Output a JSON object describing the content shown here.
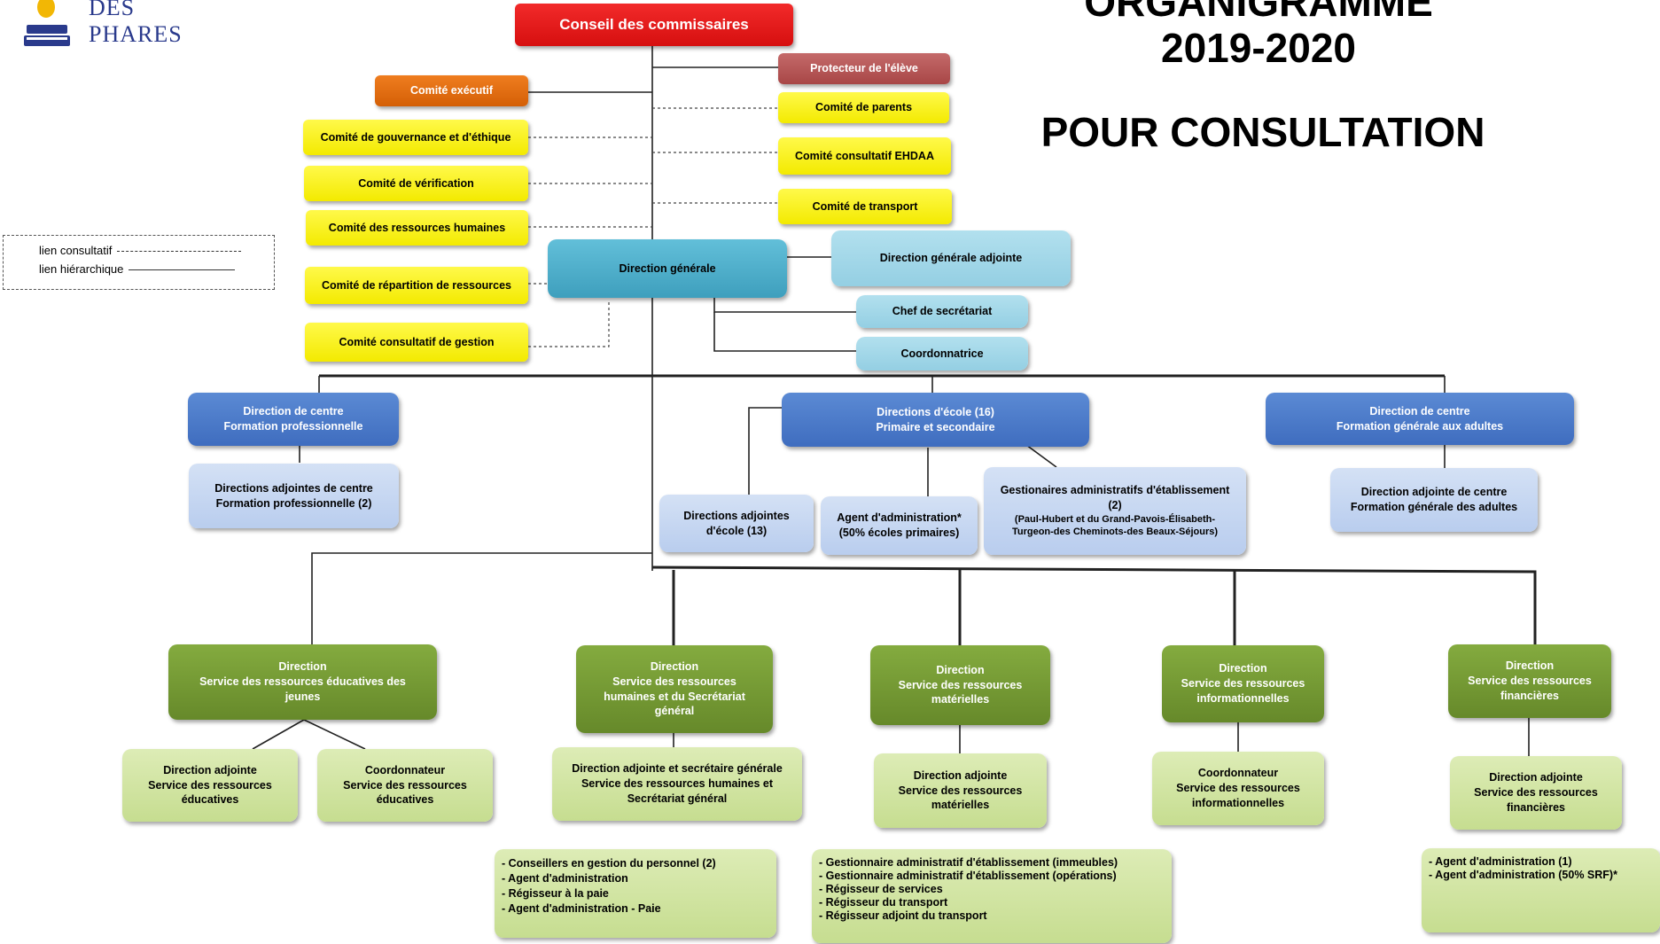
{
  "logo": {
    "text": "DES PHARES"
  },
  "header": {
    "title_line1": "ORGANIGRAMME",
    "title_line2": "2019-2020",
    "subtitle": "POUR CONSULTATION"
  },
  "legend": {
    "consultatif": "lien consultatif",
    "hierarchique": "lien hiérarchique"
  },
  "governance": {
    "conseil": "Conseil des commissaires",
    "protecteur": "Protecteur de l'élève",
    "comite_executif": "Comité exécutif",
    "comite_parents": "Comité de parents",
    "comite_gouvernance": "Comité de gouvernance et d'éthique",
    "comite_ehdaa": "Comité consultatif EHDAA",
    "comite_verification": "Comité de vérification",
    "comite_transport": "Comité de transport",
    "comite_rh": "Comité des ressources humaines",
    "comite_repartition": "Comité de répartition de ressources",
    "comite_gestion": "Comité consultatif de gestion"
  },
  "direction": {
    "generale": "Direction générale",
    "generale_adjointe": "Direction générale adjointe",
    "chef_secretariat": "Chef de secrétariat",
    "coordonnatrice": "Coordonnatrice"
  },
  "centres": {
    "fp_l1": "Direction de centre",
    "fp_l2": "Formation professionnelle",
    "fp_adj_l1": "Directions adjointes de centre",
    "fp_adj_l2": "Formation professionnelle (2)",
    "ecoles_l1": "Directions d'école (16)",
    "ecoles_l2": "Primaire et secondaire",
    "ecoles_adj_l1": "Directions adjointes",
    "ecoles_adj_l2": "d'école  (13)",
    "agent_l1": "Agent d'administration*",
    "agent_l2": "(50% écoles primaires)",
    "gest_l1": "Gestionaires administratifs d'établissement",
    "gest_l2": "(2)",
    "gest_l3": "(Paul-Hubert et du Grand-Pavois-Élisabeth-",
    "gest_l4": "Turgeon-des Cheminots-des Beaux-Séjours)",
    "fga_l1": "Direction de centre",
    "fga_l2": "Formation générale aux adultes",
    "fga_adj_l1": "Direction adjointe de centre",
    "fga_adj_l2": "Formation générale des adultes"
  },
  "services": {
    "sre_l1": "Direction",
    "sre_l2": "Service des ressources éducatives des",
    "sre_l3": "jeunes",
    "sre_adj_l1": "Direction adjointe",
    "sre_adj_l2": "Service des ressources",
    "sre_adj_l3": "éducatives",
    "sre_coord_l1": "Coordonnateur",
    "sre_coord_l2": "Service des ressources",
    "sre_coord_l3": "éducatives",
    "srh_l1": "Direction",
    "srh_l2": "Service des ressources",
    "srh_l3": "humaines et du Secrétariat",
    "srh_l4": "général",
    "srh_adj_l1": "Direction adjointe et secrétaire générale",
    "srh_adj_l2": "Service  des ressources humaines et",
    "srh_adj_l3": "Secrétariat général",
    "srh_list": [
      "- Conseillers en gestion du personnel (2)",
      "- Agent d'administration",
      "- Régisseur à la paie",
      "- Agent d'administration - Paie"
    ],
    "srm_l1": "Direction",
    "srm_l2": "Service des ressources",
    "srm_l3": "matérielles",
    "srm_adj_l1": "Direction adjointe",
    "srm_adj_l2": "Service  des ressources",
    "srm_adj_l3": "matérielles",
    "srm_list": [
      "- Gestionnaire administratif d'établissement (immeubles)",
      "- Gestionnaire administratif d'établissement (opérations)",
      "- Régisseur de services",
      "- Régisseur du transport",
      "- Régisseur adjoint du transport"
    ],
    "sri_l1": "Direction",
    "sri_l2": "Service des ressources",
    "sri_l3": "informationnelles",
    "sri_coord_l1": "Coordonnateur",
    "sri_coord_l2": "Service  des ressources",
    "sri_coord_l3": "informationnelles",
    "srf_l1": "Direction",
    "srf_l2": "Service des ressources",
    "srf_l3": "financières",
    "srf_adj_l1": "Direction adjointe",
    "srf_adj_l2": "Service  des ressources",
    "srf_adj_l3": "financières",
    "srf_list": [
      "- Agent d'administration (1)",
      "- Agent d'administration (50% SRF)*"
    ]
  },
  "colors": {
    "red": "#e01515",
    "orange": "#e06b0e",
    "yellow": "#fff200",
    "teal": "#4fb1cc",
    "blue": "#4a7bcc",
    "green": "#739a33",
    "light_green": "#d2e5a3"
  }
}
